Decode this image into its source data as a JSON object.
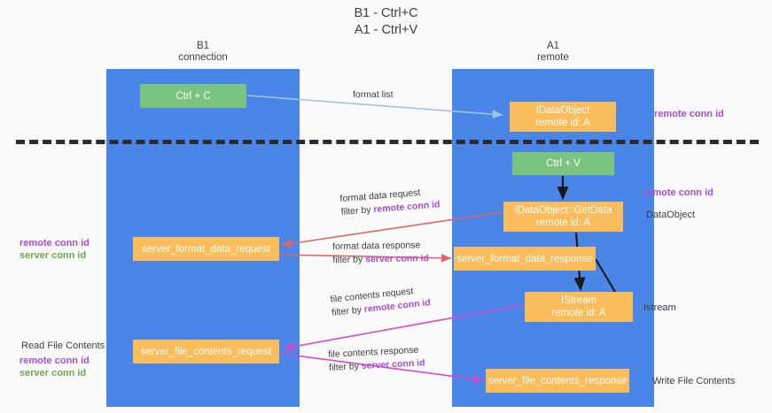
{
  "title": {
    "line1": "B1 - Ctrl+C",
    "line2": "A1 - Ctrl+V"
  },
  "columns": {
    "left": {
      "name": "B1",
      "role": "connection"
    },
    "right": {
      "name": "A1",
      "role": "remote"
    }
  },
  "nodes": {
    "ctrl_c": {
      "label": "Ctrl + C",
      "color": "#7ac47f"
    },
    "idataobject": {
      "line1": "IDataObject",
      "line2": "remote id: A",
      "color": "#fbbc5c"
    },
    "ctrl_v": {
      "label": "Ctrl + V",
      "color": "#7ac47f"
    },
    "getdata": {
      "line1": "IDataObject::GetData",
      "line2": "remote id: A",
      "color": "#fbbc5c"
    },
    "server_format_data_request": {
      "label": "server_format_data_request",
      "color": "#fbbc5c"
    },
    "server_format_data_response": {
      "label": "server_format_data_response",
      "color": "#fbbc5c"
    },
    "istream": {
      "line1": "IStream",
      "line2": "remote id: A",
      "color": "#fbbc5c"
    },
    "server_file_contents_request": {
      "label": "server_file_contents_request",
      "color": "#fbbc5c"
    },
    "server_file_contents_response": {
      "label": "server_file_contents_response",
      "color": "#fbbc5c"
    }
  },
  "edges": {
    "format_list": {
      "label": "format list",
      "color": "#9fc5e8"
    },
    "format_data_request": {
      "line1": "format data request",
      "prefix": "filter by ",
      "key": "remote conn id",
      "color": "#e06666"
    },
    "format_data_response": {
      "line1": "format data response",
      "prefix": "filter by ",
      "key": "server conn id",
      "color": "#e06666"
    },
    "file_contents_request": {
      "line1": "file contents request",
      "prefix": "filter by ",
      "key": "remote conn id",
      "color": "#d84ac8"
    },
    "file_contents_response": {
      "line1": "file contents response",
      "prefix": "filter by ",
      "key": "server conn id",
      "color": "#d84ac8"
    }
  },
  "annotations": {
    "remote_conn_id_top": "remote conn id",
    "remote_conn_id_mid": "remote conn id",
    "dataobject": "DataObject",
    "istream": "Istream",
    "write_file_contents": "Write File Contents",
    "read_file_contents": "Read File Contents",
    "left_remote_conn_id_1": "remote conn id",
    "left_server_conn_id_1": "server conn id",
    "left_remote_conn_id_2": "remote conn id",
    "left_server_conn_id_2": "server conn id"
  },
  "colors": {
    "lane": "#4a86e8",
    "green_node": "#7ac47f",
    "orange_node": "#fbbc5c",
    "purple_text": "#a64dd4",
    "green_text": "#6aa84f",
    "red_arrow": "#e06666",
    "magenta_arrow": "#d84ac8",
    "lightblue_arrow": "#9fc5e8",
    "divider": "#2b2b2b",
    "background": "#fafafa"
  }
}
